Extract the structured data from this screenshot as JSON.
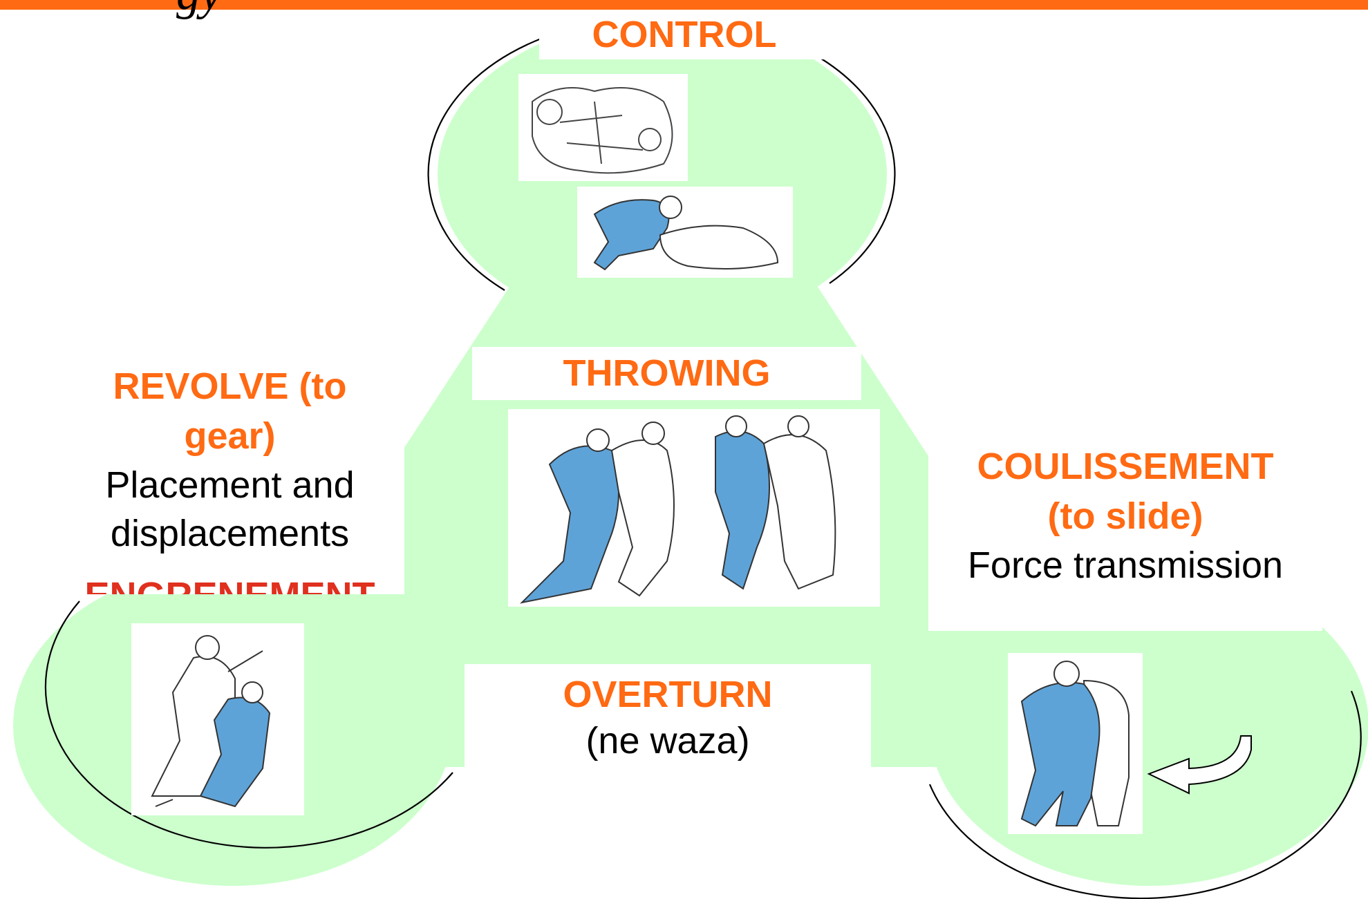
{
  "header": {
    "partial_title": "gy"
  },
  "colors": {
    "accent": "#ff6a13",
    "fill": "#ccffcc",
    "judogi_blue": "#5ea3d8"
  },
  "control": {
    "title": "CONTROL"
  },
  "throwing": {
    "title": "THROWING"
  },
  "overturn": {
    "title": "OVERTURN",
    "subtitle": "(ne waza)"
  },
  "revolve": {
    "title_line1": "REVOLVE (to",
    "title_line2": "gear)",
    "desc_line1": "Placement and",
    "desc_line2": "displacements",
    "clipped_text": "ENGRENEMENT"
  },
  "coulissement": {
    "title_line1": "COULISSEMENT",
    "title_line2": "(to slide)",
    "desc": "Force transmission"
  },
  "icons": [
    "judo-control-sketch-icon",
    "judo-pin-sketch-icon",
    "judo-throw-sketch-icon",
    "judo-gear-sketch-icon",
    "judo-slide-sketch-icon",
    "curved-arrow-icon"
  ]
}
